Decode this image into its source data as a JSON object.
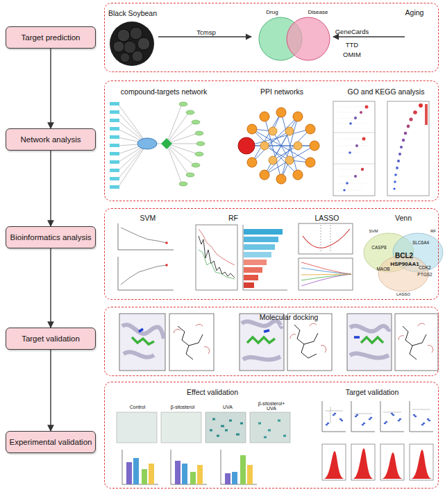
{
  "diagram": {
    "nodes": [
      {
        "text": [
          "Target prediction"
        ]
      },
      {
        "text": [
          "Network analysis"
        ]
      },
      {
        "text": [
          "Bioinformatics analysis"
        ]
      },
      {
        "text": [
          "Target validation"
        ]
      },
      {
        "text": [
          "Experimental validation"
        ]
      },
      {
        "text": [
          "Black Soybean",
          "Tcmsp",
          "GeneCards",
          "TTD",
          "OMIM",
          "Aging"
        ]
      },
      {
        "text": [
          "compound-targets network",
          "PPI networks",
          "GO and KEGG analysis"
        ]
      },
      {
        "text": [
          "SVM",
          "RF",
          "LASSO",
          "Venn"
        ]
      },
      {
        "text": [
          "Molecular docking"
        ]
      },
      {
        "text": [
          "Effect validation",
          "Target validation",
          "Control",
          "β-sitosterol",
          "UVA",
          "β-sitosterol+ UVA"
        ]
      }
    ],
    "edges": [
      {
        "from": 0,
        "to": 1,
        "arrow": "to"
      },
      {
        "from": 1,
        "to": 2,
        "arrow": "to"
      },
      {
        "from": 2,
        "to": 3,
        "arrow": "to"
      },
      {
        "from": 3,
        "to": 4,
        "arrow": "to"
      }
    ],
    "labels": [
      "Drug",
      "Disease",
      "SVM",
      "RF",
      "LASSO",
      "CASP8",
      "SLC6A4",
      "BCL2",
      "HSP90AA1",
      "MAOB",
      "CDK2",
      "PTGS2"
    ]
  }
}
